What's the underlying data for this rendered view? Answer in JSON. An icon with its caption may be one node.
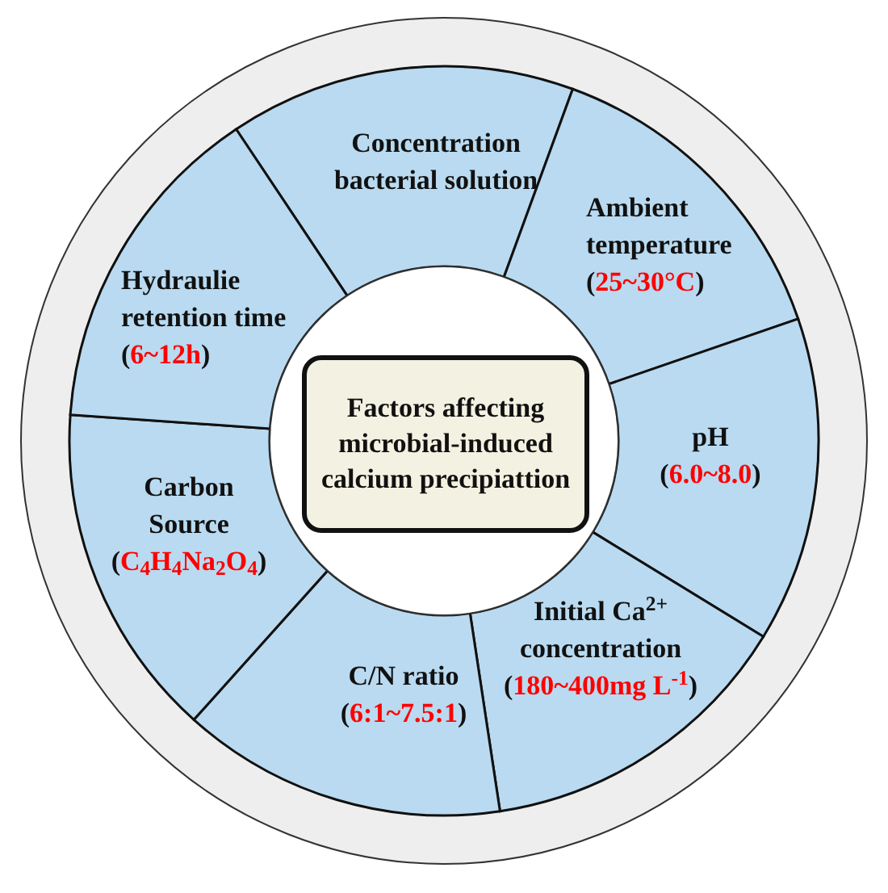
{
  "diagram": {
    "nodes": [
      {
        "text": [
          "Factors affecting microbial-induced calcium precipiattion"
        ]
      },
      {
        "text": [
          "Concentration bacterial solution"
        ]
      },
      {
        "text": [
          "Ambient temperature",
          "(25~30°C)"
        ]
      },
      {
        "text": [
          "pH",
          "(6.0~8.0)"
        ]
      },
      {
        "text": [
          "Initial Ca$^{2+}$ concentration",
          "(180~400mg L$^{-1}$)"
        ]
      },
      {
        "text": [
          "C/N ratio",
          "(6:1~7.5:1)"
        ]
      },
      {
        "text": [
          "Carbon Source",
          "(C$_{4}$H$_{4}$Na$_{2}$O$_{4}$)"
        ]
      },
      {
        "text": [
          "Hydraulie retention time",
          "(6~12h)"
        ]
      }
    ]
  }
}
